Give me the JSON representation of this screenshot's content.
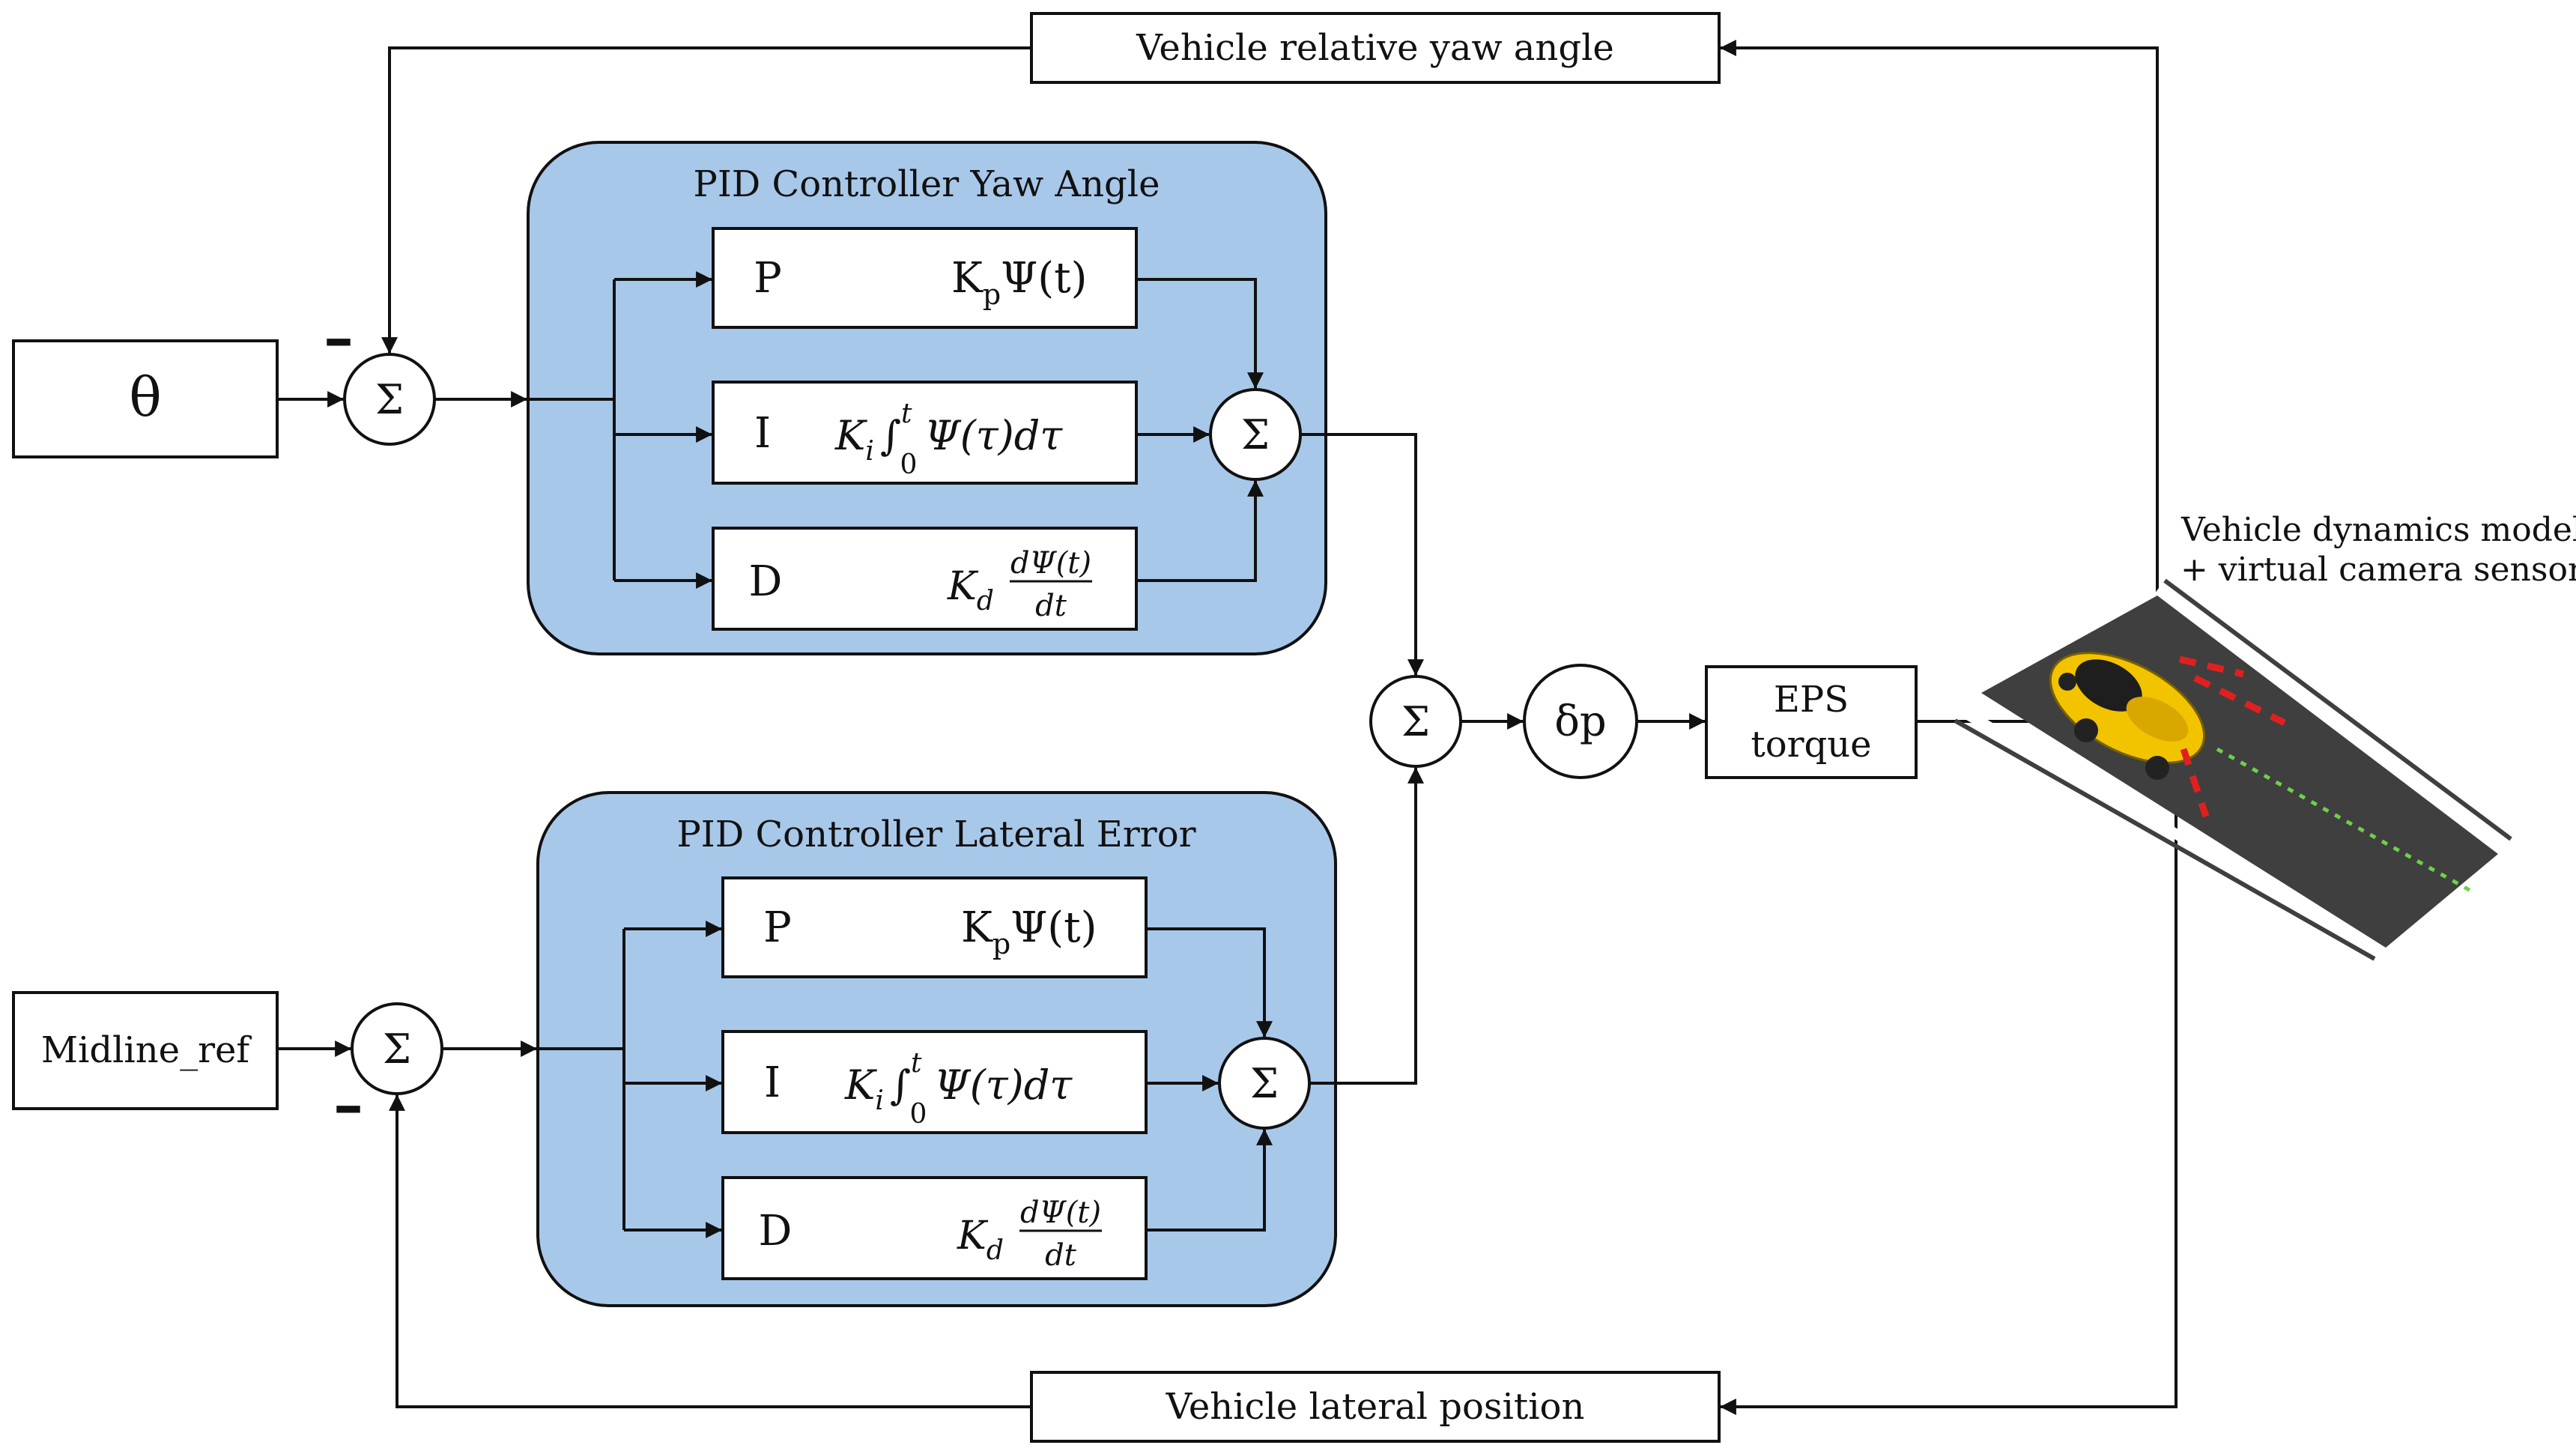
{
  "yaw_feedback_label": "Vehicle relative yaw angle",
  "lateral_feedback_label": "Vehicle lateral position",
  "theta_input": "θ",
  "midline_input": "Midline_ref",
  "minus_sign": "–",
  "sum_symbol": "Σ",
  "yaw_controller": {
    "title": "PID Controller Yaw Angle",
    "p_label": "P",
    "i_label": "I",
    "d_label": "D"
  },
  "lateral_controller": {
    "title": "PID Controller Lateral Error",
    "p_label": "P",
    "i_label": "I",
    "d_label": "D"
  },
  "terms": {
    "kp_main": "K",
    "kp_sub": "p",
    "kp_rest": "Ψ(t)",
    "ki_main": "K",
    "ki_sub": "i",
    "ki_integral": "∫",
    "ki_upper": "t",
    "ki_lower": "0",
    "ki_rest": "Ψ(τ)dτ",
    "kd_main": "K",
    "kd_sub": "d",
    "kd_num": "dΨ(t)",
    "kd_den": "dt"
  },
  "delta_p": "δp",
  "eps_line1": "EPS",
  "eps_line2": "torque",
  "vehicle_label_line1": "Vehicle dynamics model",
  "vehicle_label_line2": "+ virtual camera sensor",
  "colors": {
    "controller_fill": "#a8c8ea",
    "road": "#3f3f3f",
    "lane_marking": "#ffffff",
    "centerline": "#6fcf4a",
    "car_body": "#f2c400",
    "camera_rays": "#e02020"
  },
  "icons": [
    "car-icon",
    "road-icon"
  ]
}
